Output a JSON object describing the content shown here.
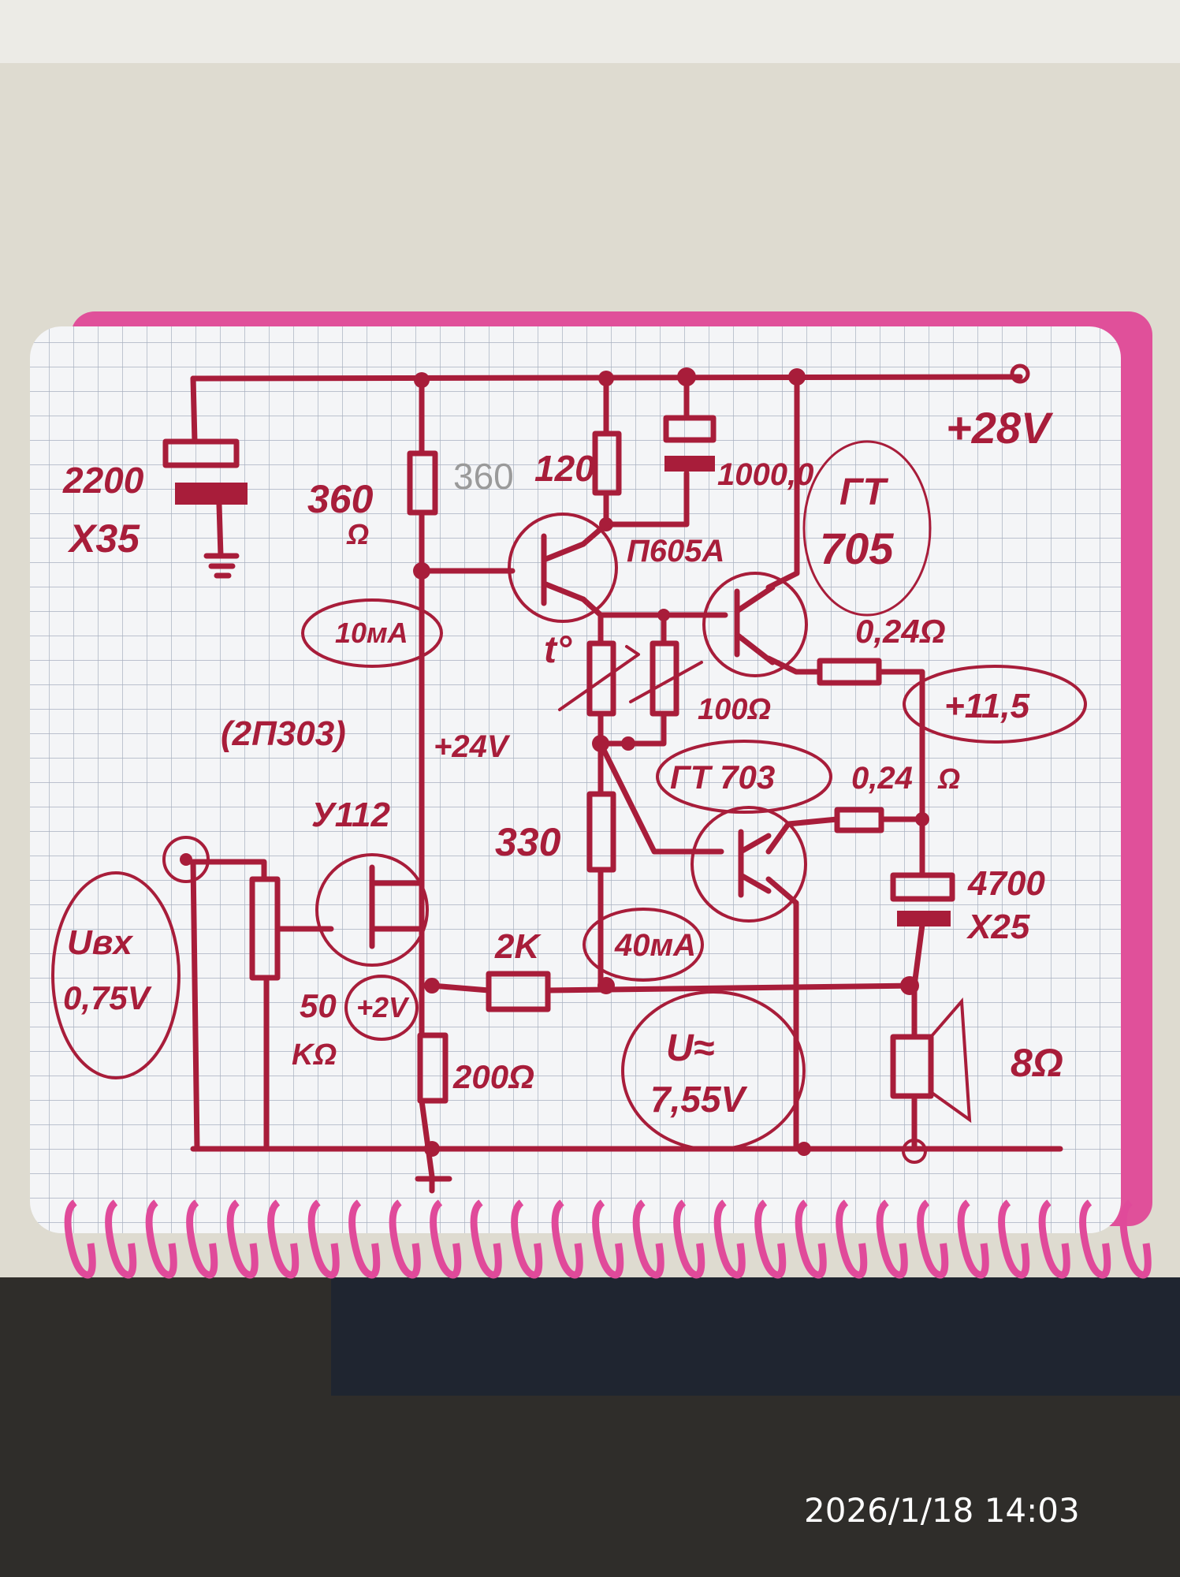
{
  "timestamp": "2026/1/18  14:03",
  "colors": {
    "ink": "#a81d3a",
    "paper": "#f4f5f7",
    "folder": "#e0509a"
  },
  "supply": {
    "label": "+28V"
  },
  "components": {
    "c_main": {
      "value": "2200",
      "voltage": "X35"
    },
    "r_360": {
      "value": "360",
      "unit": "Ω",
      "pencil_note": "360"
    },
    "r_120": {
      "value": "120"
    },
    "c_1000": {
      "value": "1000,0"
    },
    "q_driver": {
      "label": "П605А"
    },
    "q_upper": {
      "label_line1": "ГТ",
      "label_line2": "705"
    },
    "r_e_upper": {
      "value": "0,24Ω"
    },
    "thermistor": {
      "label": "t°"
    },
    "r_trim": {
      "value": "100Ω"
    },
    "q_lower": {
      "label": "ГТ 703"
    },
    "r_e_lower": {
      "value": "0,24",
      "unit": "Ω"
    },
    "r_330": {
      "value": "330"
    },
    "c_out": {
      "value": "4700",
      "voltage": "X25"
    },
    "speaker": {
      "value": "8Ω"
    },
    "r_2k": {
      "value": "2K"
    },
    "r_200": {
      "value": "200Ω"
    },
    "fet": {
      "label": "У112",
      "alt": "(2П303)"
    },
    "pot": {
      "value_line1": "50",
      "value_line2": "KΩ"
    }
  },
  "annotations": {
    "current_top": "10мA",
    "voltage_mid": "+24V",
    "voltage_out": "+11,5",
    "current_out": "40мA",
    "voltage_source": "+2V",
    "input_line1": "Uвх",
    "input_line2": "0,75V",
    "output_line1": "U≈",
    "output_line2": "7,55V"
  }
}
